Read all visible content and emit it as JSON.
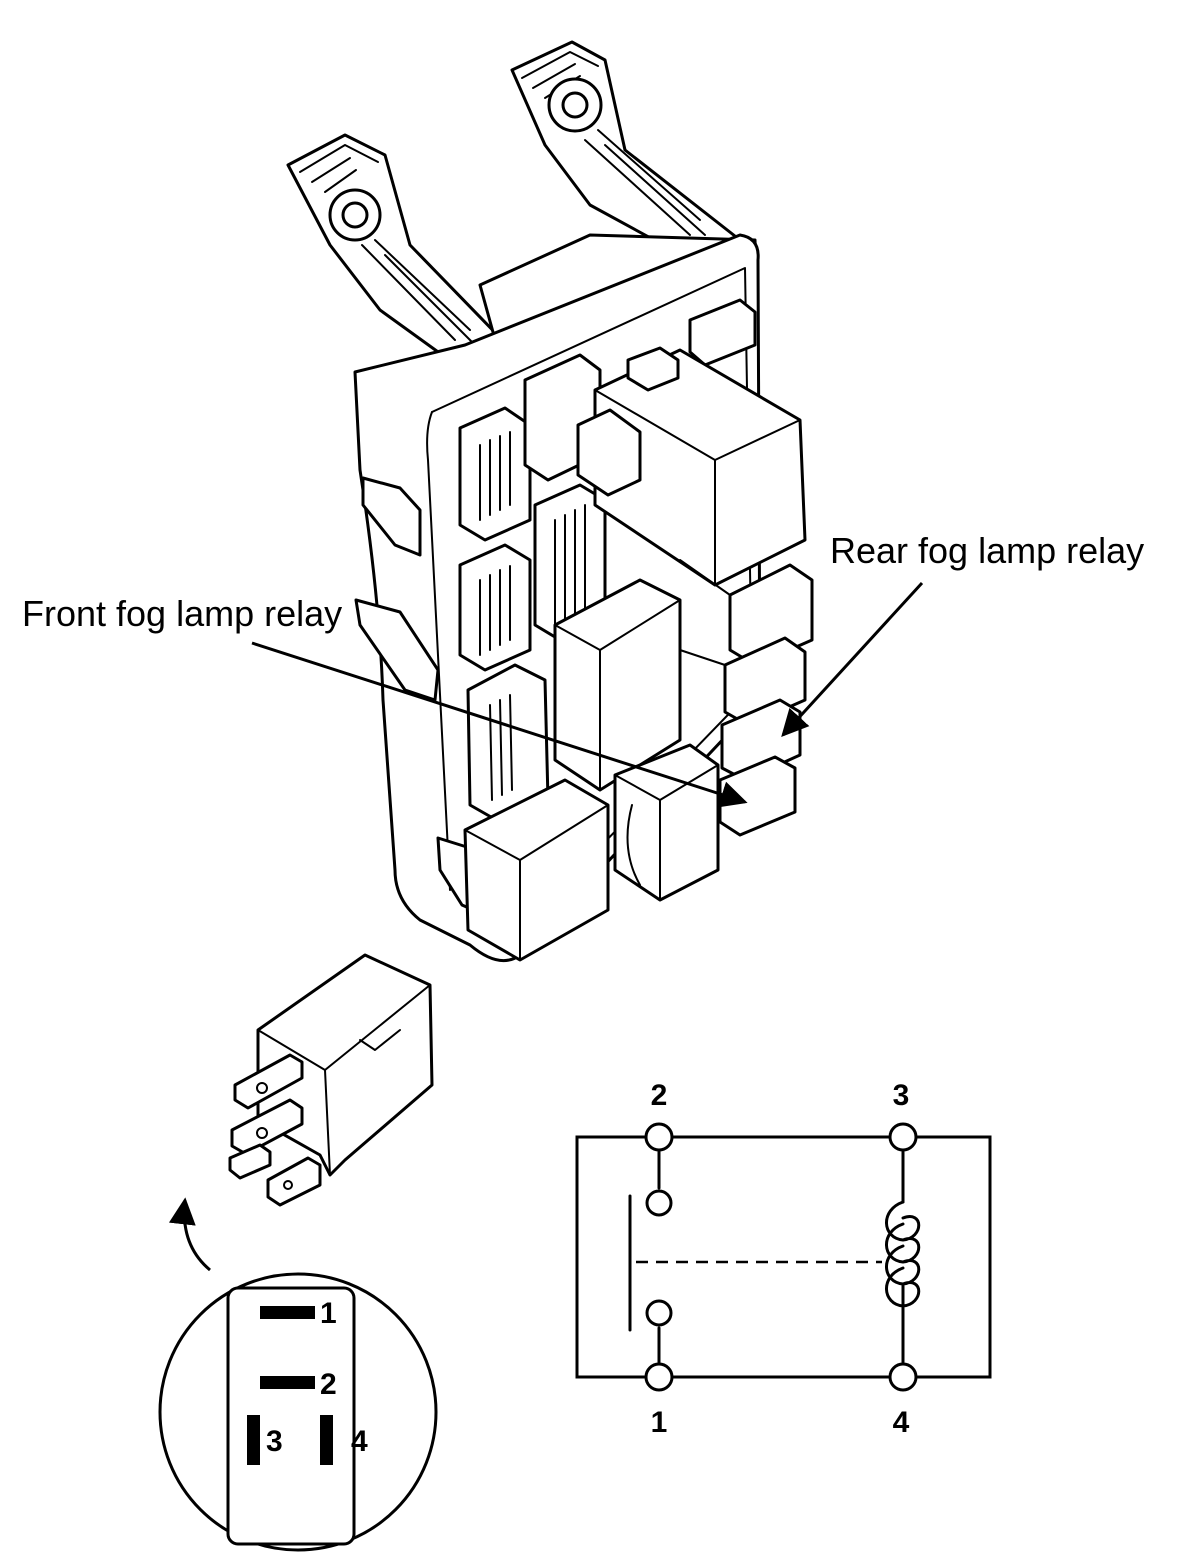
{
  "labels": {
    "front_relay": "Front fog lamp relay",
    "rear_relay": "Rear fog lamp relay"
  },
  "pin_view": {
    "pins": [
      "1",
      "2",
      "3",
      "4"
    ]
  },
  "schematic": {
    "top_pins": [
      "2",
      "3"
    ],
    "bottom_pins": [
      "1",
      "4"
    ]
  },
  "colors": {
    "ink": "#000000",
    "paper": "#ffffff"
  }
}
